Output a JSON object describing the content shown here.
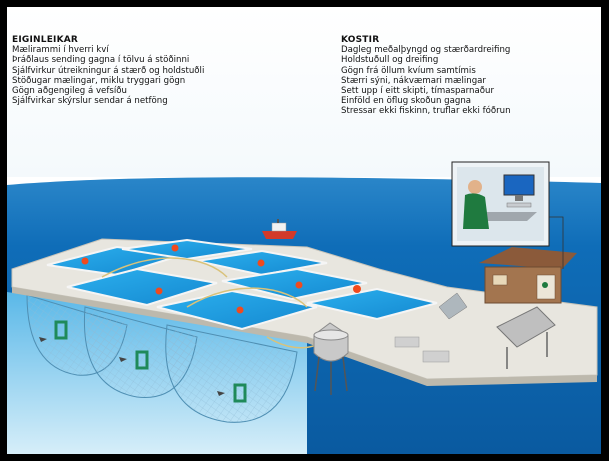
{
  "features": {
    "heading": "EIGINLEIKAR",
    "items": [
      "Mælirammi í hverri kví",
      "Þráðlaus sending gagna í tölvu á stöðinni",
      "Sjálfvirkur útreikningur á stærð og holdstuðli",
      "Stöðugar mælingar, miklu tryggari gögn",
      "Gögn aðgengileg á vefsíðu",
      "Sjálfvirkar skýrslur sendar á netföng"
    ]
  },
  "benefits": {
    "heading": "KOSTIR",
    "items": [
      "Dagleg meðalþyngd og stærðardreifing",
      "Holdstuðull og dreifing",
      "Gögn frá öllum kvíum samtímis",
      "Stærri sýni, nákvæmari mælingar",
      "Sett upp í eitt skipti, tímasparnaður",
      "Einföld en öflug skoðun gagna",
      "Stressar ekki fiskinn, truflar ekki fóðrun"
    ]
  },
  "colors": {
    "sea_dark": "#0b5fa8",
    "sea_light": "#6ec3ea",
    "pen_water": "#1e9fe0",
    "platform": "#e8e6df",
    "buoy": "#f04a1e",
    "frame_green": "#1f8a5a",
    "page_border": "#000000"
  }
}
